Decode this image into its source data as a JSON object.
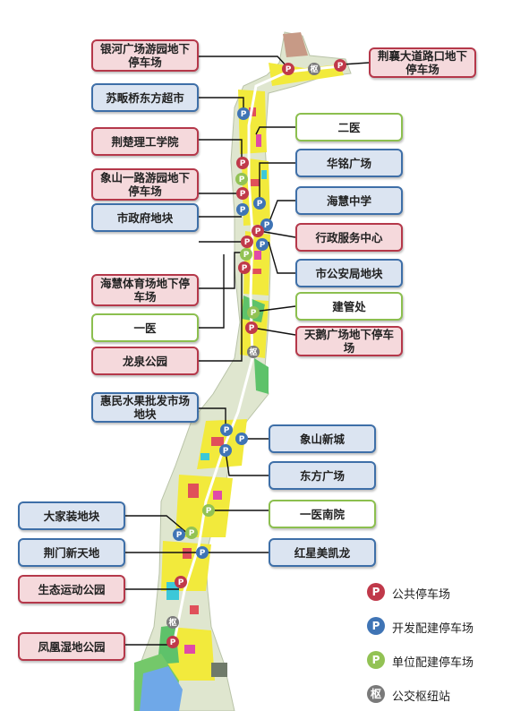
{
  "colors": {
    "public": "#c0394a",
    "developer": "#3f74b5",
    "unit": "#92c254",
    "transit": "#7a7a7a"
  },
  "marker_glyphs": {
    "parking": "P",
    "transit": "枢"
  },
  "labels": [
    {
      "id": "yinhe",
      "category": "public",
      "text": "银河广场游园地下停车场"
    },
    {
      "id": "jingxiang",
      "category": "public",
      "text": "荆襄大道路口地下停车场"
    },
    {
      "id": "sunanqiao",
      "category": "developer",
      "text": "苏畈桥东方超市"
    },
    {
      "id": "erzyi",
      "category": "unit",
      "text": "二医"
    },
    {
      "id": "jingchu",
      "category": "public",
      "text": "荆楚理工学院"
    },
    {
      "id": "huaming",
      "category": "developer",
      "text": "华铭广场"
    },
    {
      "id": "xiangshanyilu",
      "category": "public",
      "text": "象山一路游园地下停车场"
    },
    {
      "id": "haihui",
      "category": "developer",
      "text": "海慧中学"
    },
    {
      "id": "shizhengfu",
      "category": "developer",
      "text": "市政府地块"
    },
    {
      "id": "xingzheng",
      "category": "public",
      "text": "行政服务中心"
    },
    {
      "id": "gonganju",
      "category": "developer",
      "text": "市公安局地块"
    },
    {
      "id": "haihuitiyu",
      "category": "public",
      "text": "海慧体育场地下停车场"
    },
    {
      "id": "jianguan",
      "category": "unit",
      "text": "建管处"
    },
    {
      "id": "yiyi",
      "category": "unit",
      "text": "一医"
    },
    {
      "id": "tiane",
      "category": "public",
      "text": "天鹅广场地下停车场"
    },
    {
      "id": "longquan",
      "category": "public",
      "text": "龙泉公园"
    },
    {
      "id": "huimin",
      "category": "developer",
      "text": "惠民水果批发市场地块"
    },
    {
      "id": "xiangshanxincheng",
      "category": "developer",
      "text": "象山新城"
    },
    {
      "id": "dongfang",
      "category": "developer",
      "text": "东方广场"
    },
    {
      "id": "dajiazhuang",
      "category": "developer",
      "text": "大家装地块"
    },
    {
      "id": "yiyinanyuan",
      "category": "unit",
      "text": "一医南院"
    },
    {
      "id": "jingmen",
      "category": "developer",
      "text": "荆门新天地"
    },
    {
      "id": "hongxing",
      "category": "developer",
      "text": "红星美凯龙"
    },
    {
      "id": "shengtai",
      "category": "public",
      "text": "生态运动公园"
    },
    {
      "id": "fenghuang",
      "category": "public",
      "text": "凤凰湿地公园"
    }
  ],
  "legend": [
    {
      "category": "public",
      "label": "公共停车场"
    },
    {
      "category": "developer",
      "label": "开发配建停车场"
    },
    {
      "category": "unit",
      "label": "单位配建停车场"
    },
    {
      "category": "transit",
      "label": "公交枢纽站"
    }
  ]
}
